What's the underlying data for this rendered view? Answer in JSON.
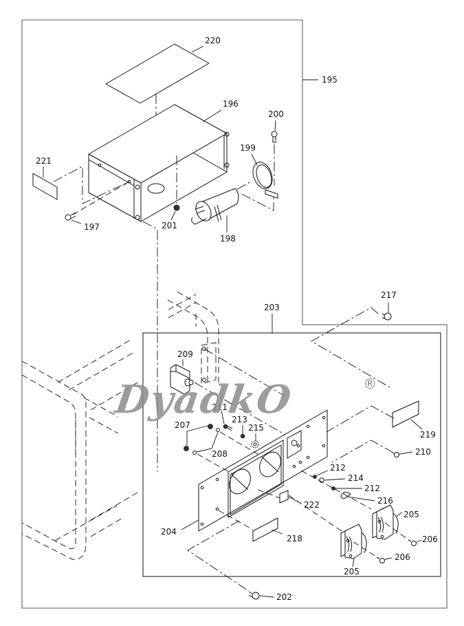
{
  "diagram": {
    "title": "Exploded parts diagram - control box / panel assembly",
    "callouts": {
      "c195": "195",
      "c196": "196",
      "c197": "197",
      "c198": "198",
      "c199": "199",
      "c200": "200",
      "c201": "201",
      "c202": "202",
      "c203": "203",
      "c204": "204",
      "c205a": "205",
      "c205b": "205",
      "c206a": "206",
      "c206b": "206",
      "c207": "207",
      "c208": "208",
      "c209": "209",
      "c210": "210",
      "c211": "211",
      "c212a": "212",
      "c212b": "212",
      "c213": "213",
      "c214": "214",
      "c215": "215",
      "c216": "216",
      "c217": "217",
      "c218": "218",
      "c219": "219",
      "c220": "220",
      "c221": "221",
      "c222": "222"
    },
    "parts": [
      {
        "id": "195",
        "name": "control-box-assembly"
      },
      {
        "id": "196",
        "name": "control-box"
      },
      {
        "id": "197",
        "name": "screw"
      },
      {
        "id": "198",
        "name": "capacitor"
      },
      {
        "id": "199",
        "name": "capacitor-clamp"
      },
      {
        "id": "200",
        "name": "screw"
      },
      {
        "id": "201",
        "name": "nut"
      },
      {
        "id": "202",
        "name": "bolt"
      },
      {
        "id": "203",
        "name": "panel-assembly"
      },
      {
        "id": "204",
        "name": "control-panel"
      },
      {
        "id": "205",
        "name": "receptacle"
      },
      {
        "id": "206",
        "name": "screw"
      },
      {
        "id": "207",
        "name": "nut"
      },
      {
        "id": "208",
        "name": "washer"
      },
      {
        "id": "209",
        "name": "circuit-breaker"
      },
      {
        "id": "210",
        "name": "screw"
      },
      {
        "id": "211",
        "name": "screw"
      },
      {
        "id": "212",
        "name": "washer"
      },
      {
        "id": "213",
        "name": "washer"
      },
      {
        "id": "214",
        "name": "nut"
      },
      {
        "id": "215",
        "name": "lock-washer"
      },
      {
        "id": "216",
        "name": "wing-nut"
      },
      {
        "id": "217",
        "name": "bolt"
      },
      {
        "id": "218",
        "name": "label"
      },
      {
        "id": "219",
        "name": "label"
      },
      {
        "id": "220",
        "name": "label"
      },
      {
        "id": "221",
        "name": "label"
      },
      {
        "id": "222",
        "name": "label"
      }
    ],
    "watermark": {
      "text": "DyadkO",
      "registered": "®",
      "color": "#8c8c8c"
    }
  }
}
